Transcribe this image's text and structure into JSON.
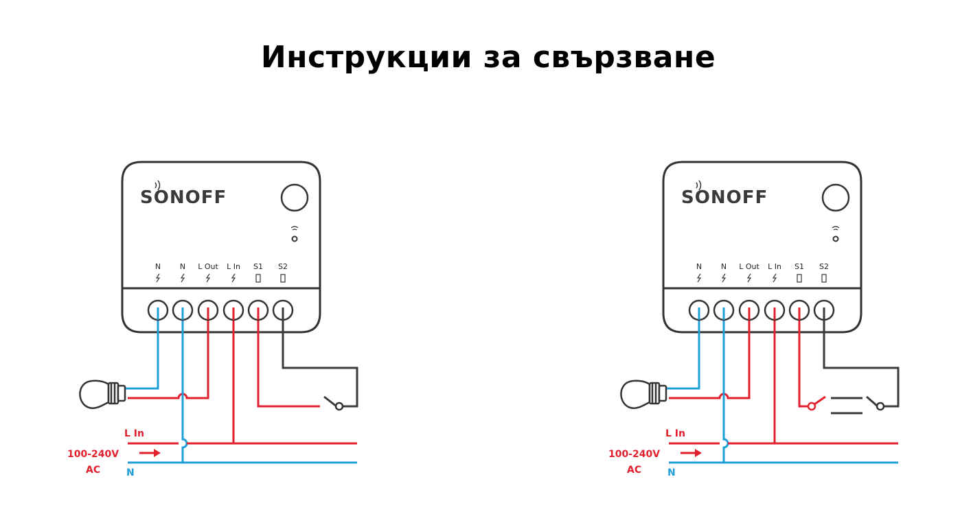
{
  "title": "Инструкции за свързване",
  "colors": {
    "live": "#e0202e",
    "neutral": "#1e9fd8",
    "switch_wire": "#3a3a3a",
    "device_outline": "#333333"
  },
  "diagrams": [
    {
      "variant": "single-switch",
      "brand": "SONOFF",
      "terminals": [
        "N",
        "N",
        "L Out",
        "L In",
        "S1",
        "S2"
      ],
      "line_in_label": "L In",
      "voltage_label": "100-240V",
      "ac_label": "AC",
      "neutral_label": "N"
    },
    {
      "variant": "two-switches",
      "brand": "SONOFF",
      "terminals": [
        "N",
        "N",
        "L Out",
        "L In",
        "S1",
        "S2"
      ],
      "line_in_label": "L In",
      "voltage_label": "100-240V",
      "ac_label": "AC",
      "neutral_label": "N"
    }
  ]
}
